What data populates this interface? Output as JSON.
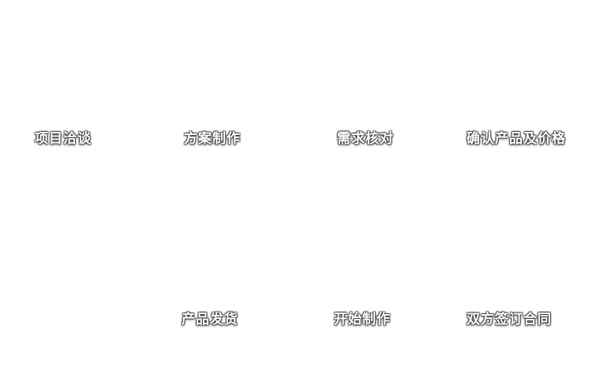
{
  "diagram": {
    "type": "process-flow",
    "background_color": "#ffffff",
    "label_color": "#ffffff",
    "label_outline_color": "#3c3c3c",
    "steps": [
      {
        "label": "项目洽谈",
        "row": "top",
        "order": 1
      },
      {
        "label": "方案制作",
        "row": "top",
        "order": 2
      },
      {
        "label": "需求核对",
        "row": "top",
        "order": 3
      },
      {
        "label": "确认产品及价格",
        "row": "top",
        "order": 4
      },
      {
        "label": "双方签订合同",
        "row": "bottom",
        "order": 5
      },
      {
        "label": "开始制作",
        "row": "bottom",
        "order": 6
      },
      {
        "label": "产品发货",
        "row": "bottom",
        "order": 7
      }
    ]
  }
}
